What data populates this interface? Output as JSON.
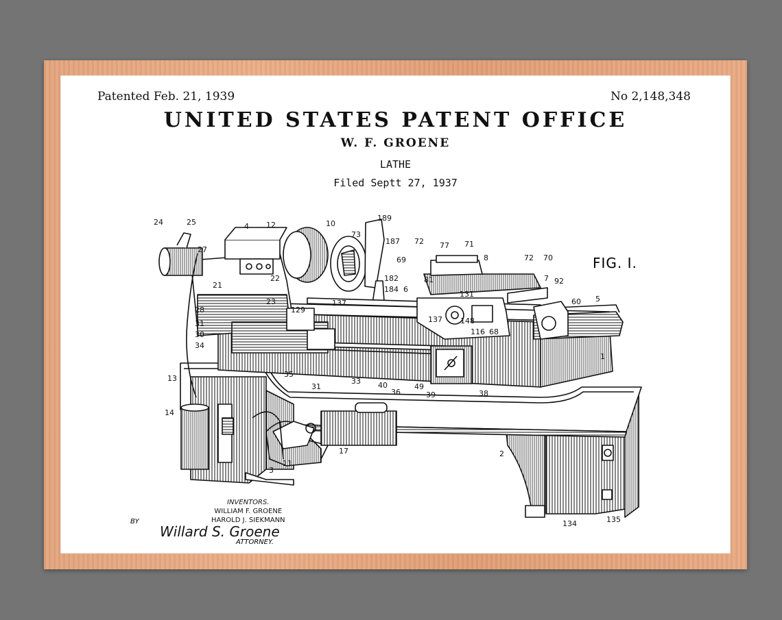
{
  "poster": {
    "patented": "Patented Feb. 21, 1939",
    "patent_number": "No 2,148,348",
    "office": "UNITED STATES PATENT OFFICE",
    "inventor_heading": "W. F. GROENE",
    "invention_title": "LATHE",
    "filed": "Filed Septt 27, 1937",
    "figure_label": "FIG. I.",
    "inventors_label": "INVENTORS.",
    "inventor_1": "WILLIAM F. GROENE",
    "inventor_2": "HAROLD J. SIEKMANN",
    "by_label": "BY",
    "signature": "Willard S. Groene",
    "attorney_label": "ATTORNEY.",
    "callouts": [
      "24",
      "25",
      "27",
      "4",
      "12",
      "10",
      "73",
      "189",
      "187",
      "72",
      "77",
      "71",
      "8",
      "72",
      "70",
      "69",
      "81",
      "182",
      "184",
      "6",
      "131",
      "7",
      "92",
      "60",
      "5",
      "137",
      "148",
      "116",
      "68",
      "1",
      "21",
      "22",
      "23",
      "28",
      "129",
      "137",
      "31",
      "30",
      "34",
      "35",
      "31",
      "33",
      "40",
      "36",
      "49",
      "39",
      "38",
      "13",
      "14",
      "11",
      "3",
      "17",
      "2",
      "134",
      "135"
    ]
  },
  "colors": {
    "background": "#747474",
    "frame": "#e6a880",
    "paper": "#ffffff",
    "ink": "#111111"
  }
}
